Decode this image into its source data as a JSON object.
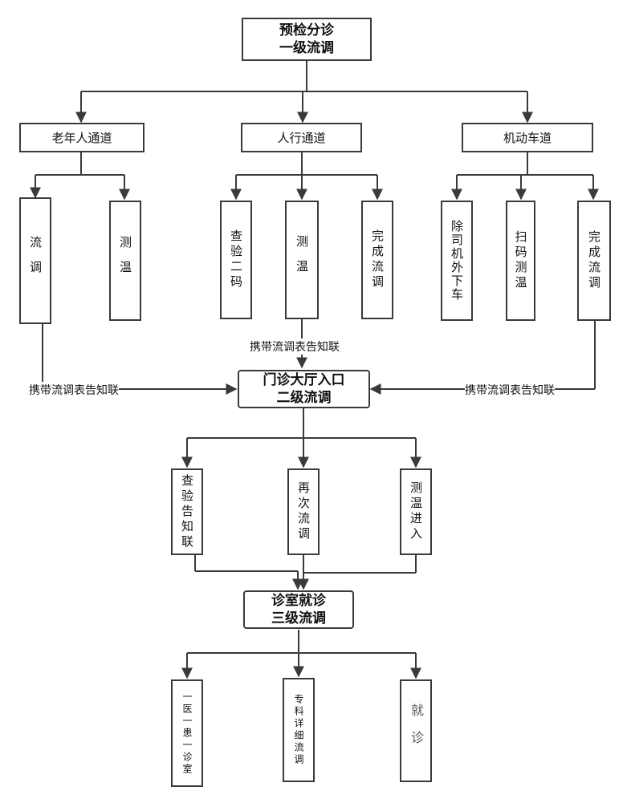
{
  "level1": {
    "line1": "预检分诊",
    "line2": "一级流调"
  },
  "level2": {
    "line1": "门诊大厅入口",
    "line2": "二级流调"
  },
  "level3": {
    "line1": "诊室就诊",
    "line2": "三级流调"
  },
  "channels": {
    "elderly": "老年人通道",
    "pedestrian": "人行通道",
    "motor": "机动车道"
  },
  "elderly_steps": {
    "survey": "流调",
    "temp": "测温"
  },
  "pedestrian_steps": {
    "check_code": "查验二码",
    "temp": "测温",
    "complete": "完成流调"
  },
  "motor_steps": {
    "get_off": "除司机外下车",
    "scan": "扫码测温",
    "complete": "完成流调"
  },
  "notice_label": "携带流调表告知联",
  "hall_steps": {
    "check": "查验告知联",
    "again": "再次流调",
    "enter": "测温进入"
  },
  "room_steps": {
    "one_to_one": "一医一患一诊室",
    "detail": "专科详细流调",
    "visit": "就诊"
  }
}
